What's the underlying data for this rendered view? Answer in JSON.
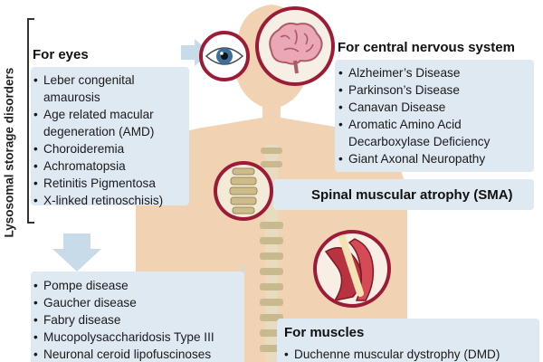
{
  "side_label": "Lysosomal storage disorders",
  "eyes": {
    "title": "For eyes",
    "items": [
      "Leber congenital",
      "amaurosis",
      "Age related macular",
      "degeneration (AMD)",
      "Choroideremia",
      "Achromatopsia",
      "Retinitis Pigmentosa",
      "X-linked retinoschisis)"
    ]
  },
  "cns": {
    "title": "For central nervous system",
    "items": [
      "Alzheimer’s Disease",
      "Parkinson’s Disease",
      "Canavan Disease",
      "Aromatic Amino Acid",
      "Decarboxylase Deficiency",
      "Giant Axonal Neuropathy"
    ]
  },
  "sma": {
    "title": "Spinal muscular atrophy (SMA)"
  },
  "lysosomal": {
    "items": [
      "Pompe disease",
      "Gaucher disease",
      "Fabry disease",
      "Mucopolysaccharidosis Type III",
      "Neuronal ceroid lipofuscinoses"
    ]
  },
  "muscles": {
    "title": "For muscles",
    "items": [
      "Duchenne muscular dystrophy (DMD)"
    ]
  },
  "colors": {
    "accent": "#9c1b36",
    "panel": "#dfe9f1",
    "skin": "#f1d3b3",
    "arrow": "#c7dbe9"
  }
}
